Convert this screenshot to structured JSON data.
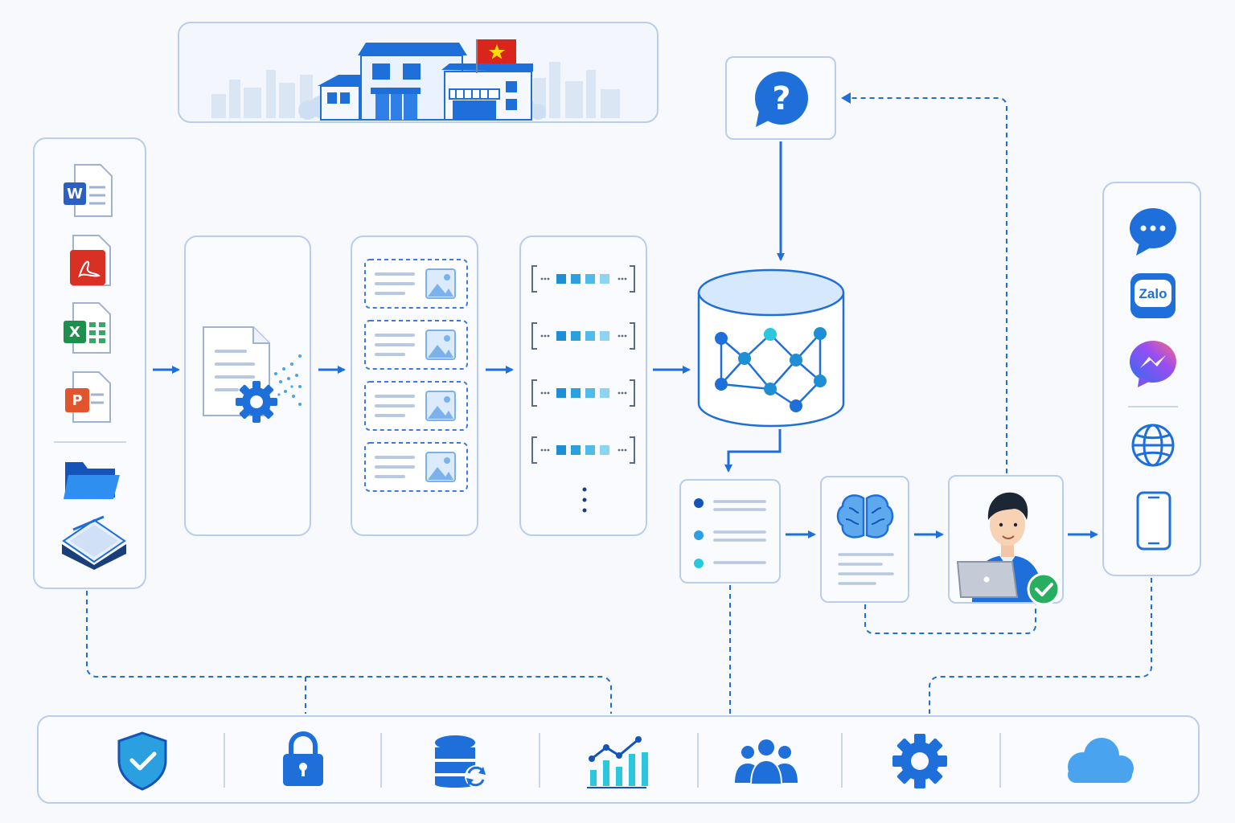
{
  "colors": {
    "primary": "#1e6fd9",
    "primary_dark": "#1553b8",
    "accent_light": "#7cc0f0",
    "cyan": "#2bc7dd",
    "border": "#b9cdec",
    "background": "#f7f9fd",
    "word": "#2b5fc0",
    "pdf": "#d93025",
    "excel": "#1f8f4d",
    "powerpoint": "#e0552d",
    "success": "#27ae60",
    "flag_red": "#da251d",
    "flag_star": "#ffde00"
  },
  "header_banner": {
    "scene": "storefront-buildings-with-flag",
    "flag": "vietnam-flag"
  },
  "source_panel": {
    "items": [
      "word-document-icon",
      "pdf-document-icon",
      "excel-sheet-icon",
      "powerpoint-icon",
      "folder-icon",
      "scanner-icon"
    ],
    "badges": {
      "word": "W",
      "pdf": "PDF",
      "excel": "X",
      "powerpoint": "P"
    }
  },
  "pipeline": [
    {
      "stage": "document-processing",
      "icon": "document-gear-icon"
    },
    {
      "stage": "chunking",
      "icon": "chunk-cards",
      "chunk_count": 4
    },
    {
      "stage": "embedding",
      "icon": "vector-rows",
      "vector_rows": 4,
      "more_indicator": "⋮"
    },
    {
      "stage": "vector-database",
      "icon": "database-graph-icon"
    }
  ],
  "query_box": {
    "icon": "question-bubble-icon",
    "glyph": "?"
  },
  "results": [
    {
      "stage": "retrieved-list",
      "icon": "bullet-list-icon",
      "items": 3
    },
    {
      "stage": "llm-answer",
      "icon": "brain-icon"
    },
    {
      "stage": "human-review",
      "icon": "person-laptop-icon",
      "status_icon": "check-badge-icon"
    }
  ],
  "channels_panel": {
    "items": [
      "chat-bubble-icon",
      "zalo-icon",
      "messenger-icon",
      "globe-icon",
      "smartphone-icon"
    ],
    "zalo_label": "Zalo"
  },
  "bottom_bar": {
    "items": [
      "shield-check-icon",
      "lock-icon",
      "database-sync-icon",
      "analytics-chart-icon",
      "team-icon",
      "settings-gear-icon",
      "cloud-icon"
    ]
  }
}
